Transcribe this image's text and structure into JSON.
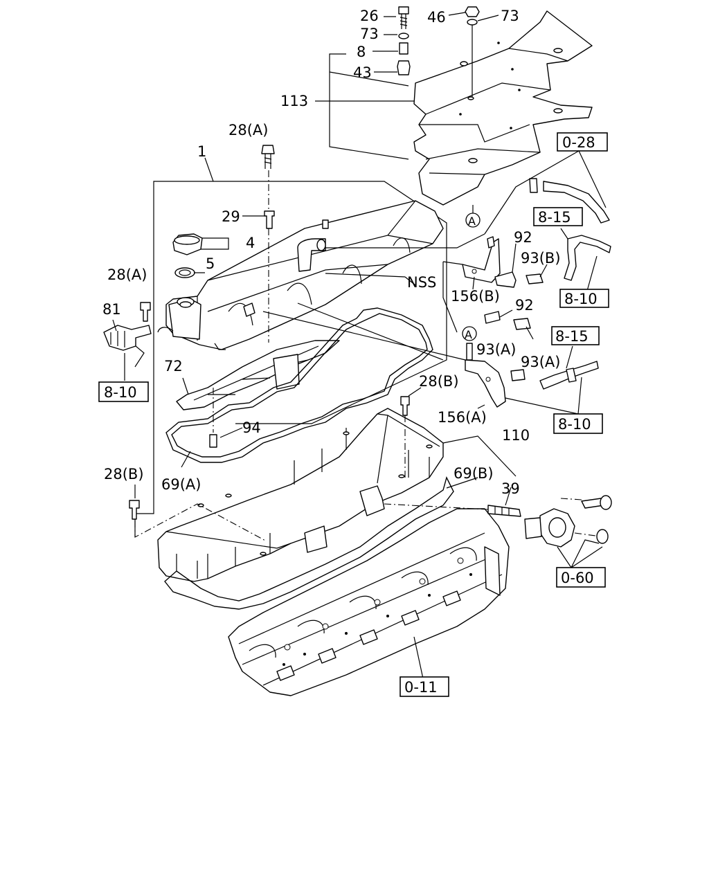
{
  "labels": {
    "p26": "26",
    "p46": "46",
    "p73a": "73",
    "p73b": "73",
    "p8": "8",
    "p43": "43",
    "p113": "113",
    "p28a_top": "28(A)",
    "p1": "1",
    "p29": "29",
    "p4": "4",
    "p5": "5",
    "p28a_left": "28(A)",
    "p81": "81",
    "p72": "72",
    "p94": "94",
    "p69a": "69(A)",
    "p28b_left": "28(B)",
    "p28b_mid": "28(B)",
    "p110": "110",
    "p69b": "69(B)",
    "p39": "39",
    "pNSS": "NSS",
    "p92a": "92",
    "p93b": "93(B)",
    "p156b": "156(B)",
    "p92b": "92",
    "p93a_1": "93(A)",
    "p93a_2": "93(A)",
    "p156a": "156(A)",
    "markerA_top": "A",
    "markerA_mid": "A"
  },
  "refs": {
    "r028": "0-28",
    "r815a": "8-15",
    "r810a": "8-10",
    "r810left": "8-10",
    "r815b": "8-15",
    "r810b": "8-10",
    "r060": "0-60",
    "r011": "0-11"
  }
}
